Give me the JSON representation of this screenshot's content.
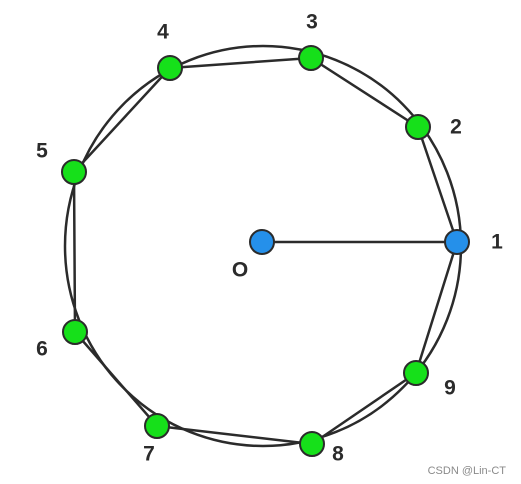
{
  "diagram": {
    "center_label": "O",
    "points": [
      {
        "label": "1"
      },
      {
        "label": "2"
      },
      {
        "label": "3"
      },
      {
        "label": "4"
      },
      {
        "label": "5"
      },
      {
        "label": "6"
      },
      {
        "label": "7"
      },
      {
        "label": "8"
      },
      {
        "label": "9"
      }
    ],
    "colors": {
      "stroke": "#2b2b2b",
      "green_node": "#16e01a",
      "blue_node": "#2590ea",
      "label": "#2b2b2b",
      "watermark": "#8a8a8a"
    }
  },
  "watermark": "CSDN @Lin-CT"
}
